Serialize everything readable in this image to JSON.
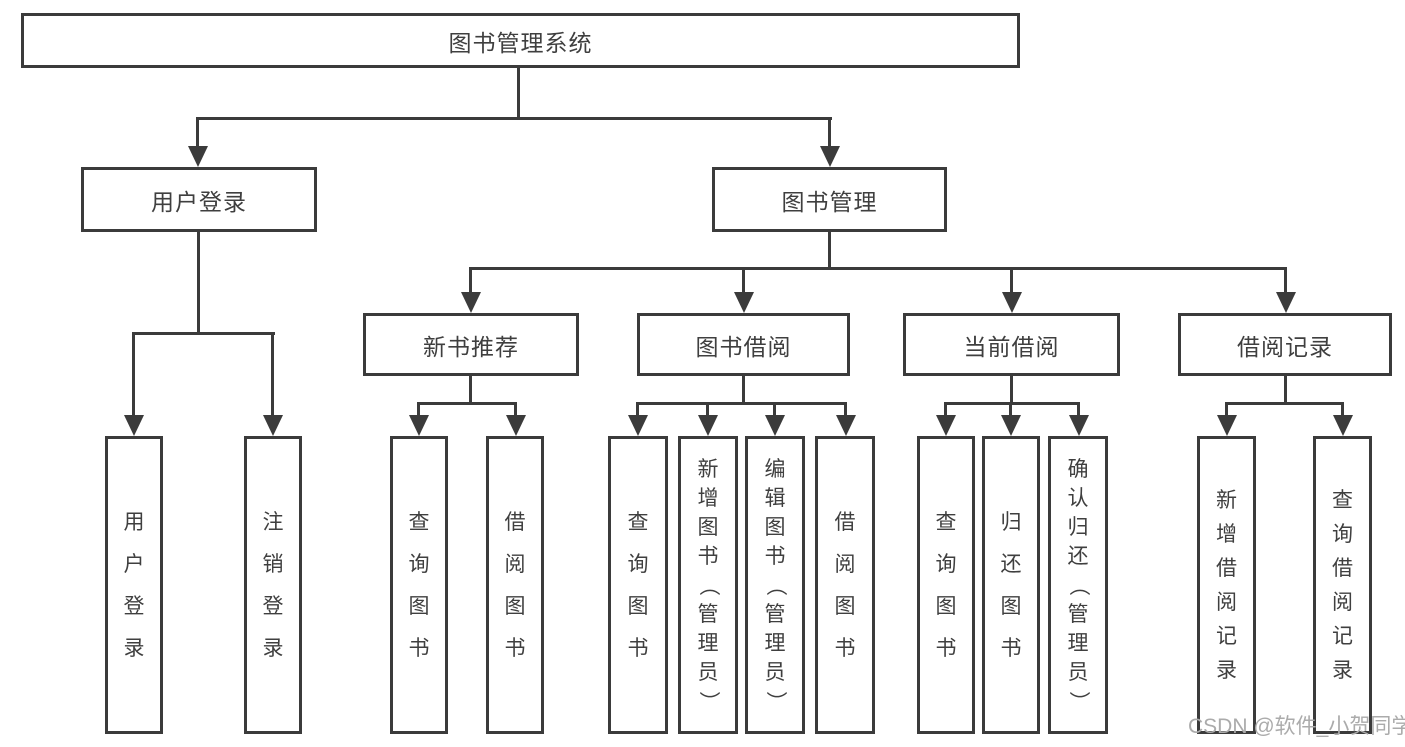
{
  "colors": {
    "line": "#3b3b3b",
    "text": "#3f3f3f",
    "box_background": "#ffffff",
    "page_background": "#ffffff",
    "watermark": "#ababab"
  },
  "tree": {
    "root": {
      "label": "图书管理系统"
    },
    "branches": [
      {
        "label": "用户登录",
        "leaves": [
          {
            "label": "用户登录"
          },
          {
            "label": "注销登录"
          }
        ]
      },
      {
        "label": "图书管理",
        "groups": [
          {
            "label": "新书推荐",
            "leaves": [
              {
                "label": "查询图书"
              },
              {
                "label": "借阅图书"
              }
            ]
          },
          {
            "label": "图书借阅",
            "leaves": [
              {
                "label": "查询图书"
              },
              {
                "label": "新增图书（管理员）"
              },
              {
                "label": "编辑图书（管理员）"
              },
              {
                "label": "借阅图书"
              }
            ]
          },
          {
            "label": "当前借阅",
            "leaves": [
              {
                "label": "查询图书"
              },
              {
                "label": "归还图书"
              },
              {
                "label": "确认归还（管理员）"
              }
            ]
          },
          {
            "label": "借阅记录",
            "leaves": [
              {
                "label": "新增借阅记录"
              },
              {
                "label": "查询借阅记录"
              }
            ]
          }
        ]
      }
    ]
  },
  "watermark": {
    "text": "CSDN @软件_小贺同学"
  }
}
